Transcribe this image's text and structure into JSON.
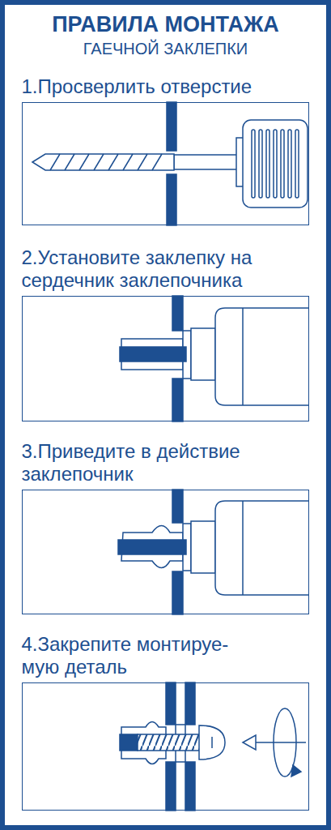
{
  "diagram": {
    "title": "ПРАВИЛА МОНТАЖА",
    "nodes": [
      {
        "text": [
          "1.Просверлить отверстие"
        ]
      },
      {
        "text": [
          "2.Установите заклепку на сердечник заклепочника"
        ]
      },
      {
        "text": [
          "3.Приведите в действие заклепочник"
        ]
      },
      {
        "text": [
          "4.Закрепите монтируе- мую деталь"
        ]
      }
    ],
    "labels": [
      "ГАЕЧНОЙ ЗАКЛЕПКИ"
    ]
  }
}
